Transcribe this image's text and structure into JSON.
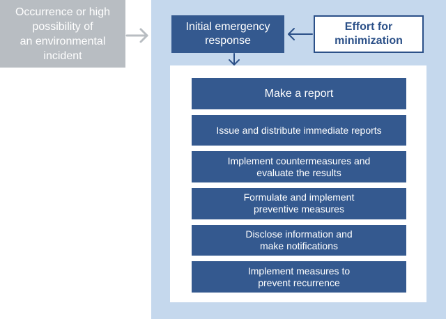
{
  "trigger": {
    "text": "Occurrence or high\npossibility of\nan environmental\nincident"
  },
  "initial_response": {
    "text": "Initial emergency\nresponse"
  },
  "effort": {
    "text": "Effort for\nminimization"
  },
  "steps": [
    {
      "text": "Make a report"
    },
    {
      "text": "Issue and distribute immediate reports"
    },
    {
      "text": "Implement countermeasures and\nevaluate the results"
    },
    {
      "text": "Formulate and implement\npreventive measures"
    },
    {
      "text": "Disclose information and\nmake notifications"
    },
    {
      "text": "Implement measures to\nprevent recurrence"
    }
  ],
  "colors": {
    "trigger_bg": "#b8bdc2",
    "panel_bg": "#c5d8ed",
    "step_bg": "#34598f",
    "effort_border": "#2b5088",
    "arrow_gray": "#b8bdc2",
    "arrow_blue": "#2b5088"
  }
}
